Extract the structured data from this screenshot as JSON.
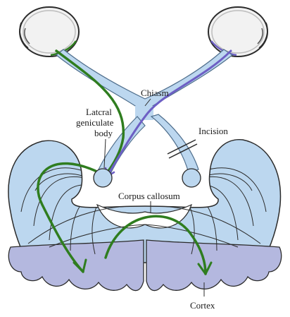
{
  "labels": {
    "chiasm": "Chiasm",
    "lateral_line1": "Latcral",
    "lateral_line2": "geniculate",
    "lateral_line3": "body",
    "incision": "Incision",
    "corpus_callosum": "Corpus callosum",
    "cortex": "Cortex"
  },
  "colors": {
    "tract_fill": "#bcd7ef",
    "tract_edge": "#4f6e8c",
    "green_pathway": "#2f7d1f",
    "purple_pathway": "#6d5fc4",
    "cortex_gray": "#b4b8df",
    "outline": "#2b2b2b",
    "eye_white": "#f2f2f2"
  }
}
